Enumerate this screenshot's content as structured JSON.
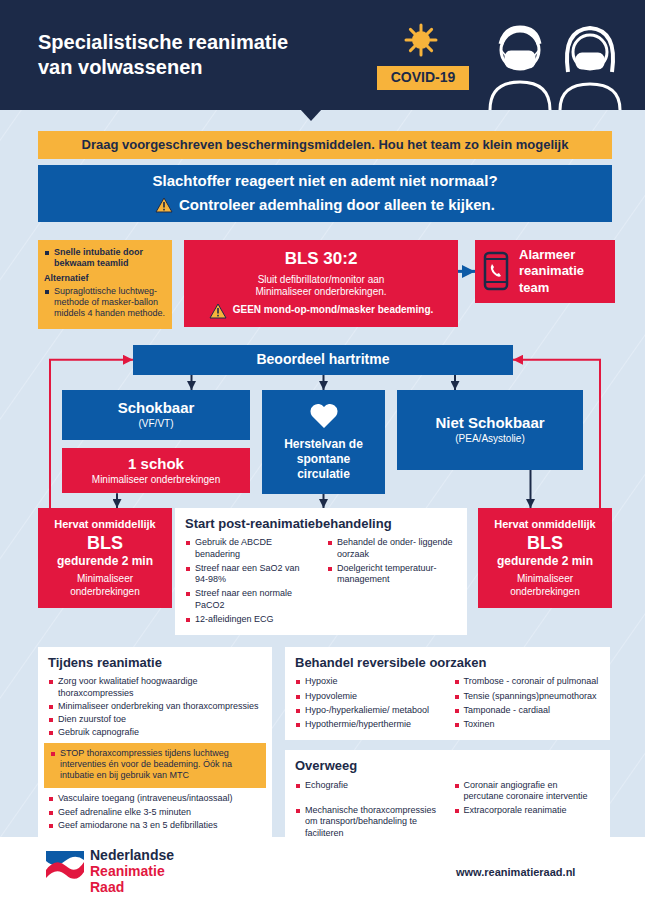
{
  "diagram": {
    "title": "Specialistische reanimatie van volwassenen",
    "nodes": [
      {
        "text": [
          "COVID-19"
        ]
      },
      {
        "text": [
          "Draag voorgeschreven beschermingsmiddelen. Hou het team zo klein mogelijk"
        ]
      },
      {
        "text": [
          "Slachtoffer reageert niet en ademt niet normaal?",
          "Controleer ademhaling door alleen te kijken."
        ]
      },
      {
        "text": [
          "Snelle intubatie door bekwaam teamlid",
          "Alternatief",
          "Supraglottische luchtweg- methode of masker-ballon middels 4 handen methode."
        ]
      },
      {
        "text": [
          "BLS 30:2",
          "Sluit defibrillator/monitor aan",
          "Minimaliseer onderbrekingen.",
          "GEEN mond-op-mond/masker beademing."
        ]
      },
      {
        "text": [
          "Alarmeer reanimatie team"
        ]
      },
      {
        "text": [
          "Beoordeel hartritme"
        ]
      },
      {
        "text": [
          "Schokbaar",
          "(VF/VT)"
        ]
      },
      {
        "text": [
          "Herstelvan de spontane circulatie"
        ]
      },
      {
        "text": [
          "Niet Schokbaar",
          "(PEA/Asystolie)"
        ]
      },
      {
        "text": [
          "1 schok",
          "Minimaliseer onderbrekingen"
        ]
      },
      {
        "text": [
          "Hervat onmiddellijk",
          "BLS",
          "gedurende 2 min",
          "Minimaliseer onderbrekingen"
        ]
      },
      {
        "text": [
          "Start post-reanimatiebehandeling",
          "Gebruik de ABCDE benadering",
          "Streef naar een SaO2 van 94-98%",
          "Streef naar een normale PaCO2",
          "12-afleidingen ECG",
          "Behandel de onder- liggende oorzaak",
          "Doelgericht temperatuur- management"
        ]
      },
      {
        "text": [
          "Hervat onmiddellijk",
          "BLS",
          "gedurende 2 min",
          "Minimaliseer onderbrekingen"
        ]
      },
      {
        "text": [
          "Tijdens reanimatie",
          "Zorg voor kwalitatief hoogwaardige thoraxcompressies",
          "Minimaliseer onderbreking van thoraxcompressies",
          "Dien zuurstof toe",
          "Gebruik capnografie",
          "Vasculaire toegang (intraveneus/intaossaal)",
          "Geef adrenaline elke 3-5 minuten",
          "Geef amiodarone na 3 en 5 defibrillaties"
        ]
      },
      {
        "text": [
          "STOP thoraxcompressies tijdens luchtweg interventies én voor de beademing. Óók na intubatie en bij gebruik van MTC"
        ],
        "in": 14
      },
      {
        "text": [
          "Behandel reversibele oorzaken",
          "Hypoxie",
          "Hypovolemie",
          "Hypo-/hyperkaliemie/ metabool",
          "Hypothermie/hyperthermie",
          "Trombose - coronair of pulmonaal",
          "Tensie (spannings)pneumothorax",
          "Tamponade - cardiaal",
          "Toxinen"
        ]
      },
      {
        "text": [
          "Overweeg",
          "Echografie",
          "Mechanische thoraxcompressies om transport/behandeling te faciliteren",
          "Coronair angiografie en percutane coronaire interventie",
          "Extracorporale reanimatie"
        ]
      }
    ],
    "edges": [
      {
        "from": 4,
        "to": 5,
        "arrow": "to"
      },
      {
        "from": 6,
        "to": 7,
        "arrow": "to"
      },
      {
        "from": 6,
        "to": 8,
        "arrow": "to"
      },
      {
        "from": 6,
        "to": 9,
        "arrow": "to"
      },
      {
        "from": 10,
        "to": 11,
        "arrow": "to"
      },
      {
        "from": 8,
        "to": 12,
        "arrow": "to"
      },
      {
        "from": 9,
        "to": 13,
        "arrow": "to"
      },
      {
        "from": 11,
        "to": 6,
        "arrow": "to"
      },
      {
        "from": 13,
        "to": 6,
        "arrow": "to"
      }
    ],
    "labels": [
      "Nederlandse",
      "Reanimatie",
      "Raad",
      "www.reanimatieraad.nl"
    ]
  }
}
